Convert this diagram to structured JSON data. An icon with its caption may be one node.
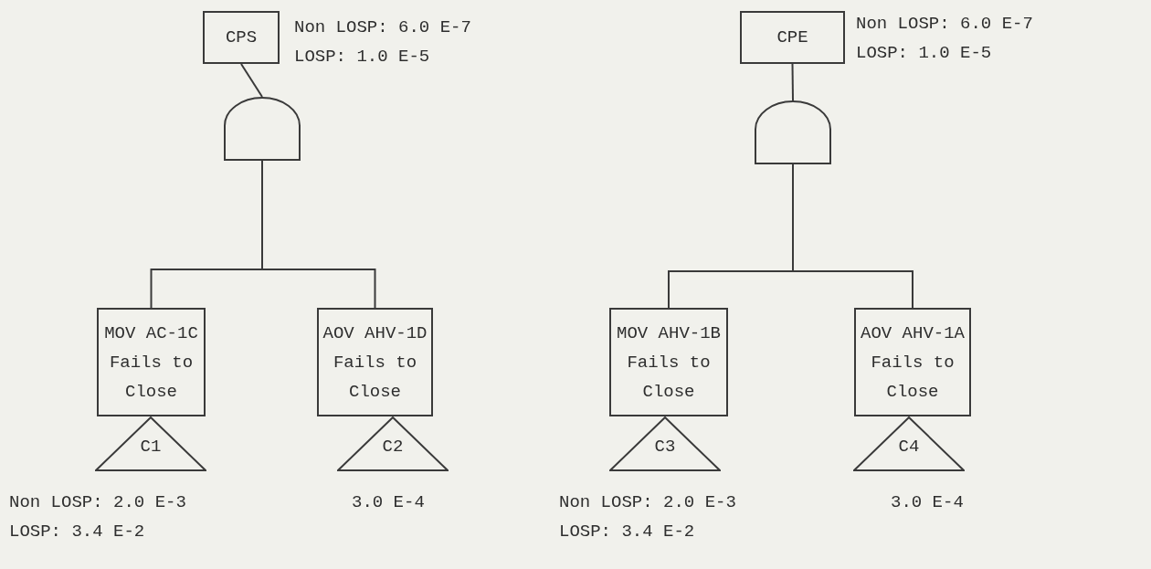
{
  "diagram": {
    "nodes": [
      {
        "text": [
          "CPS"
        ],
        "beside": [
          "Non LOSP: 6.0 E-7",
          "LOSP: 1.0 E-5"
        ]
      },
      {
        "text": [],
        "shape": "gate"
      },
      {
        "text": [
          "MOV AC-1C Fails to Close"
        ]
      },
      {
        "text": [
          "AOV AHV-1D Fails to Close"
        ]
      },
      {
        "text": [
          "C1"
        ],
        "beside": [
          "Non LOSP: 2.0 E-3",
          "LOSP: 3.4 E-2"
        ]
      },
      {
        "text": [
          "C2"
        ],
        "beside": [
          "3.0 E-4"
        ]
      },
      {
        "text": [
          "CPE"
        ],
        "beside": [
          "Non LOSP: 6.0 E-7",
          "LOSP: 1.0 E-5"
        ]
      },
      {
        "text": [],
        "shape": "gate"
      },
      {
        "text": [
          "MOV AHV-1B Fails to Close"
        ]
      },
      {
        "text": [
          "AOV AHV-1A Fails to Close"
        ]
      },
      {
        "text": [
          "C3"
        ],
        "beside": [
          "Non LOSP: 2.0 E-3",
          "LOSP: 3.4 E-2"
        ]
      },
      {
        "text": [
          "C4"
        ],
        "beside": [
          "3.0 E-4"
        ]
      }
    ],
    "edges": [
      {
        "from": 1,
        "to": 0,
        "arrow": "none"
      },
      {
        "from": 1,
        "to": 2,
        "arrow": "none"
      },
      {
        "from": 1,
        "to": 3,
        "arrow": "none"
      },
      {
        "from": 7,
        "to": 6,
        "arrow": "none"
      },
      {
        "from": 7,
        "to": 8,
        "arrow": "none"
      },
      {
        "from": 7,
        "to": 9,
        "arrow": "none"
      }
    ]
  }
}
